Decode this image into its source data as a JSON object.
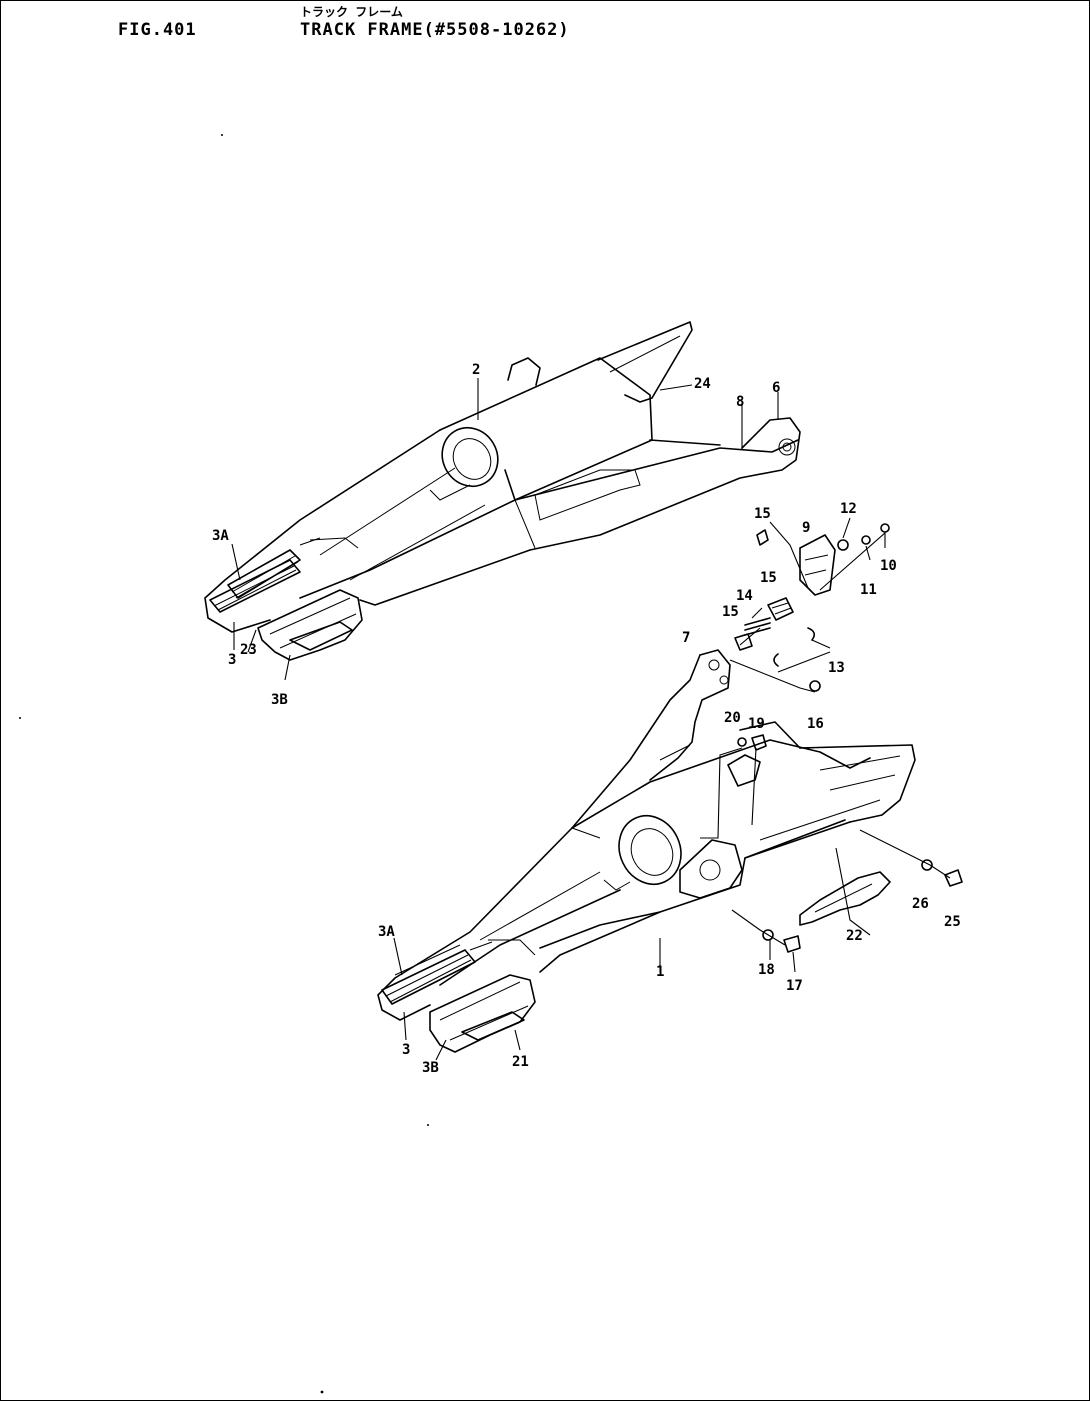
{
  "header": {
    "figure_no": "FIG.401",
    "title_jp": "トラック フレーム",
    "title": "TRACK FRAME(#5508-10262)"
  },
  "labels": {
    "upper": {
      "c2": "2",
      "c24": "24",
      "c8": "8",
      "c6": "6",
      "c3a": "3A",
      "c3": "3",
      "c23": "23",
      "c3b": "3B"
    },
    "small_parts": {
      "c15a": "15",
      "c9": "9",
      "c12": "12",
      "c10": "10",
      "c11": "11",
      "c15b": "15",
      "c14": "14",
      "c15c": "15",
      "c13": "13",
      "c7": "7",
      "c16": "16"
    },
    "lower": {
      "c20": "20",
      "c19": "19",
      "c26": "26",
      "c25": "25",
      "c22": "22",
      "c18": "18",
      "c17": "17",
      "c1": "1",
      "c3a": "3A",
      "c3": "3",
      "c3b": "3B",
      "c21": "21"
    }
  }
}
